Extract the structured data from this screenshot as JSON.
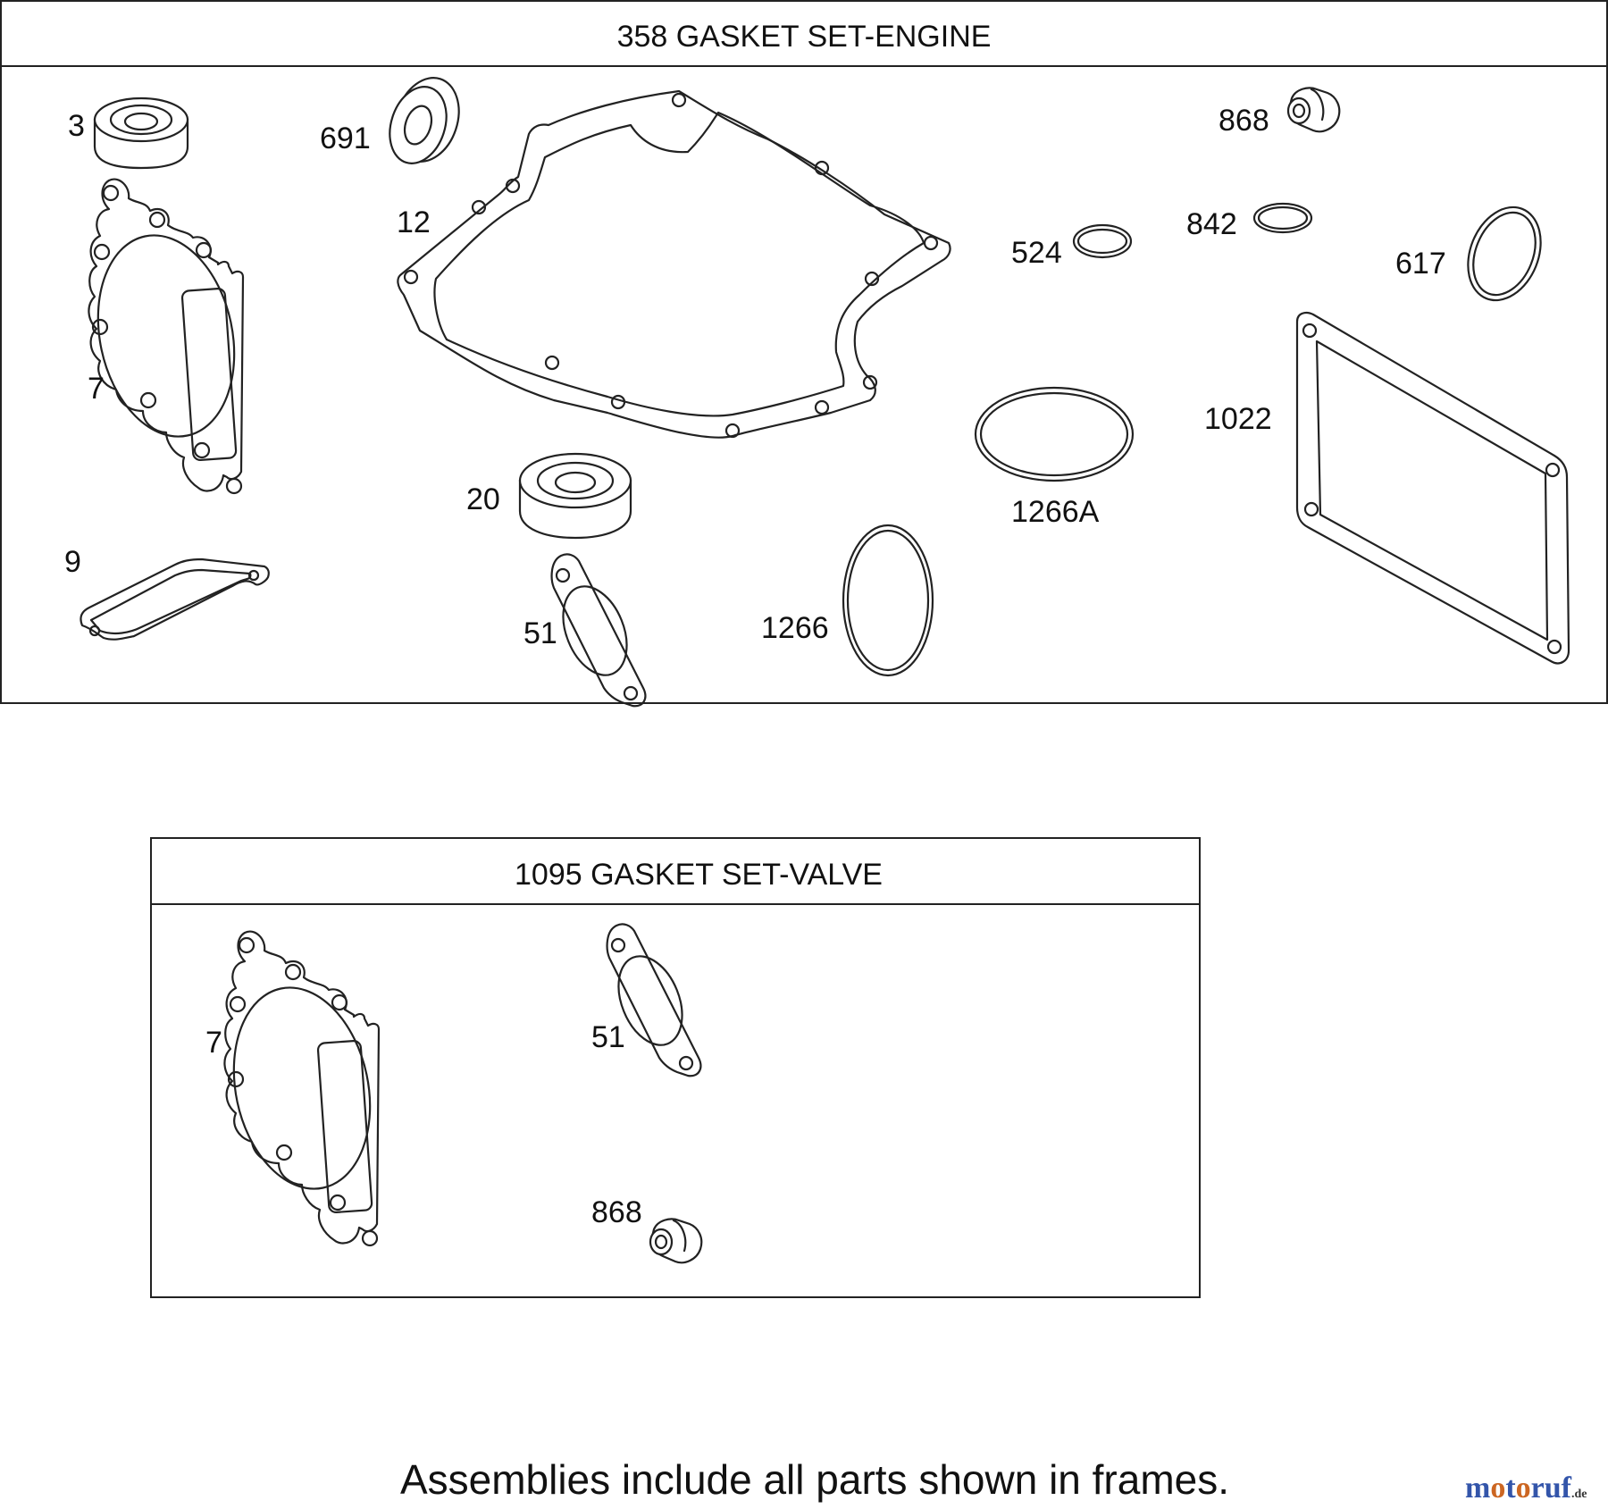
{
  "frames": [
    {
      "title": "358 GASKET SET-ENGINE",
      "callouts": [
        "3",
        "691",
        "12",
        "868",
        "842",
        "524",
        "617",
        "7",
        "1022",
        "1266A",
        "20",
        "9",
        "51",
        "1266"
      ]
    },
    {
      "title": "1095 GASKET SET-VALVE",
      "callouts": [
        "7",
        "51",
        "868"
      ]
    }
  ],
  "footer_note": "Assemblies include all parts shown in frames.",
  "watermark": "motoruf.de"
}
